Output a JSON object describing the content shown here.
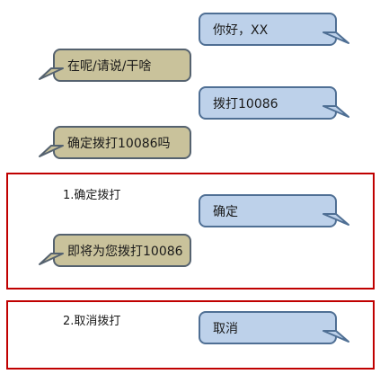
{
  "conversation": [
    {
      "side": "right",
      "text": "你好，XX"
    },
    {
      "side": "left",
      "text": "在呢/请说/干啥"
    },
    {
      "side": "right",
      "text": "拨打10086"
    },
    {
      "side": "left",
      "text": "确定拨打10086吗"
    }
  ],
  "option1": {
    "label": "1.确定拨打",
    "user_reply": "确定",
    "bot_reply": "即将为您拨打10086"
  },
  "option2": {
    "label": "2.取消拨打",
    "user_reply": "取消"
  },
  "colors": {
    "user_bubble": "#bdd1ea",
    "bot_bubble": "#c9c29b",
    "frame": "#c00000"
  }
}
